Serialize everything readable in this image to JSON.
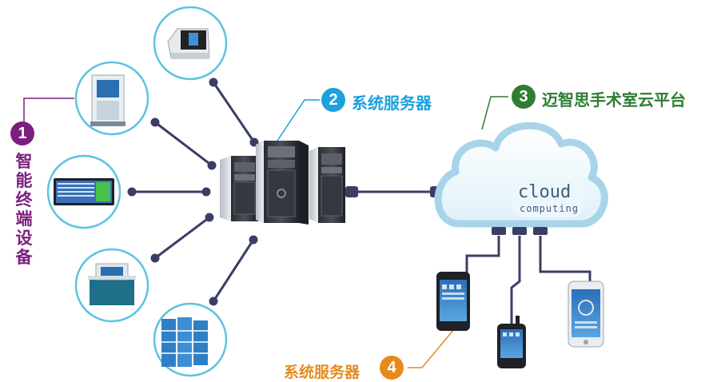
{
  "labels": {
    "terminals": {
      "number": "1",
      "text": "智能终端设备",
      "color": "#7b1f7e"
    },
    "server": {
      "number": "2",
      "text": "系统服务器",
      "color": "#1ba1db"
    },
    "cloud": {
      "number": "3",
      "text": "迈智思手术室云平台",
      "color": "#2e7d32"
    },
    "mobile": {
      "number": "4",
      "text": "系统服务器",
      "color": "#e68a1e"
    }
  },
  "cloud": {
    "line1": "cloud",
    "line2": "computing"
  },
  "colors": {
    "ring": "#5bc4e0",
    "connector": "#3a3e66",
    "cloud_stroke": "#a8d4ea"
  }
}
